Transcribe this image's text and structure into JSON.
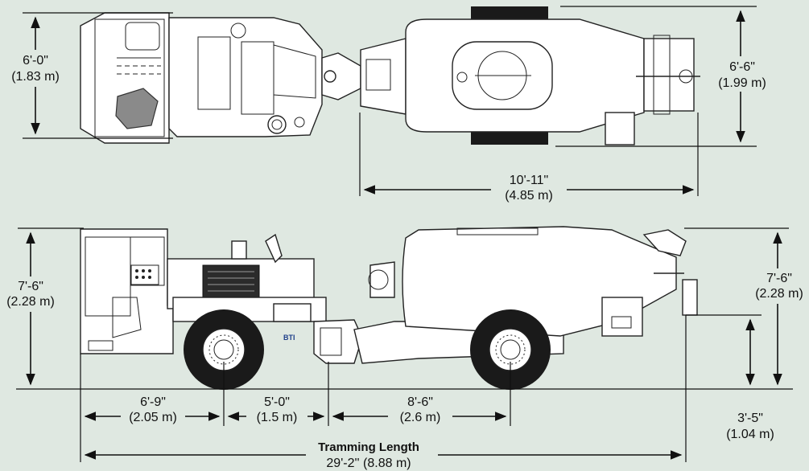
{
  "colors": {
    "background": "#dfe8e1",
    "line": "#111111",
    "tire": "#1a1a1a",
    "seat": "#8a8a8a",
    "logo": "#1f3f8a"
  },
  "plan_view": {
    "cab_width": {
      "imperial": "6'-0\"",
      "metric": "(1.83 m)"
    },
    "mixer_width": {
      "imperial": "6'-6\"",
      "metric": "(1.99 m)"
    },
    "mixer_length": {
      "imperial": "10'-11\"",
      "metric": "(4.85 m)"
    }
  },
  "side_view": {
    "cab_height": {
      "imperial": "7'-6\"",
      "metric": "(2.28 m)"
    },
    "mixer_height": {
      "imperial": "7'-6\"",
      "metric": "(2.28 m)"
    },
    "discharge_height": {
      "imperial": "3'-5\"",
      "metric": "(1.04 m)"
    },
    "front_overhang": {
      "imperial": "6'-9\"",
      "metric": "(2.05 m)"
    },
    "wheelbase_front": {
      "imperial": "5'-0\"",
      "metric": "(1.5 m)"
    },
    "wheelbase_rear": {
      "imperial": "8'-6\"",
      "metric": "(2.6 m)"
    },
    "tramming_length": {
      "label": "Tramming Length",
      "value": "29'-2'' (8.88 m)"
    },
    "logo_text": "BTI"
  }
}
